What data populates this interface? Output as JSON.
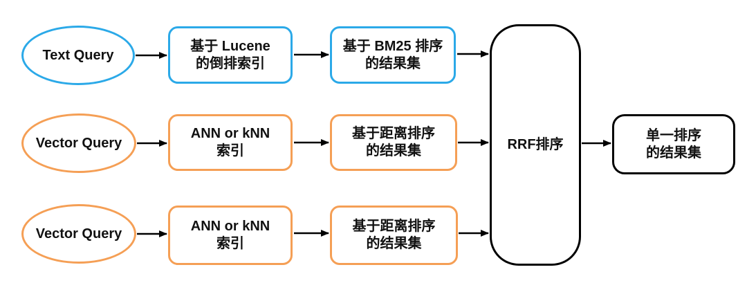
{
  "colors": {
    "blue": "#2BA9E8",
    "orange": "#F59F55",
    "line": "#000000",
    "ink": "#111111"
  },
  "rows": [
    {
      "query": "Text Query",
      "stage1": "基于 Lucene\n的倒排索引",
      "stage2": "基于 BM25 排序\n的结果集"
    },
    {
      "query": "Vector Query",
      "stage1": "ANN or kNN\n索引",
      "stage2": "基于距离排序\n的结果集"
    },
    {
      "query": "Vector Query",
      "stage1": "ANN or kNN\n索引",
      "stage2": "基于距离排序\n的结果集"
    }
  ],
  "fusion": {
    "label": "RRF排序"
  },
  "output": {
    "label": "单一排序\n的结果集"
  }
}
